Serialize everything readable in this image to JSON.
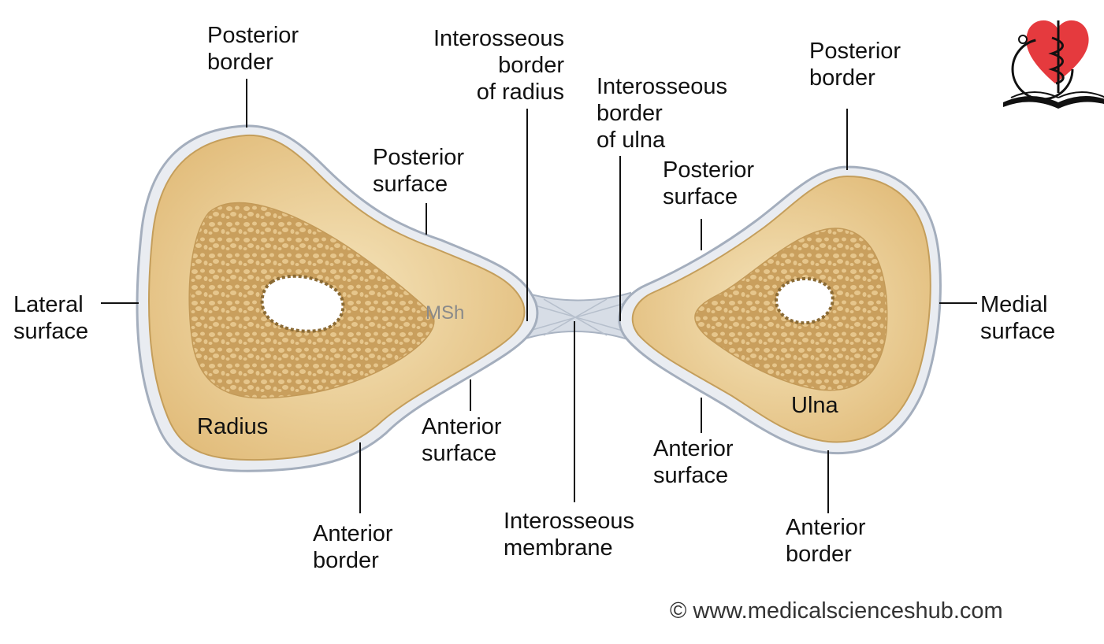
{
  "labels": {
    "posterior_border_radius": [
      "Posterior",
      "border"
    ],
    "interosseous_border_radius": [
      "Interosseous",
      "border",
      "of radius"
    ],
    "interosseous_border_ulna": [
      "Interosseous",
      "border",
      "of ulna"
    ],
    "posterior_border_ulna": [
      "Posterior",
      "border"
    ],
    "posterior_surface_radius": [
      "Posterior",
      "surface"
    ],
    "posterior_surface_ulna": [
      "Posterior",
      "surface"
    ],
    "lateral_surface": [
      "Lateral",
      "surface"
    ],
    "medial_surface": [
      "Medial",
      "surface"
    ],
    "radius": "Radius",
    "ulna": "Ulna",
    "anterior_surface_radius": [
      "Anterior",
      "surface"
    ],
    "anterior_surface_ulna": [
      "Anterior",
      "surface"
    ],
    "anterior_border_radius": [
      "Anterior",
      "border"
    ],
    "anterior_border_ulna": [
      "Anterior",
      "border"
    ],
    "interosseous_membrane": [
      "Interosseous",
      "membrane"
    ]
  },
  "watermark": "MSh",
  "copyright": "© www.medicalscienceshub.com",
  "colors": {
    "bone_outer": "#e8c88a",
    "bone_inner": "#f3dfb0",
    "cancellous": "#d9b577",
    "periosteum": "#c8d0dc",
    "logo_red": "#e53a3e"
  },
  "icons": {
    "logo": "heart-caduceus-book-logo"
  }
}
